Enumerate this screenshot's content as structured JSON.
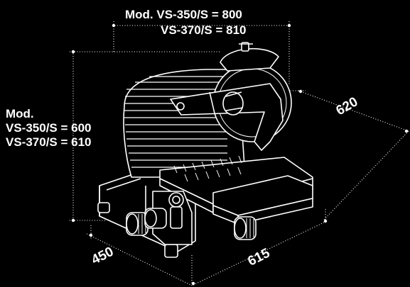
{
  "dimensions": {
    "width_model_line": "Mod. VS-350/S = 800",
    "width_alt_line": "VS-370/S = 810",
    "height_title": "Mod.",
    "height_line_1": "VS-350/S = 600",
    "height_line_2": "VS-370/S = 610",
    "depth_right": "620",
    "depth_left": "450",
    "front_length": "615"
  },
  "colors": {
    "background": "#000000",
    "line": "#ffffff"
  }
}
